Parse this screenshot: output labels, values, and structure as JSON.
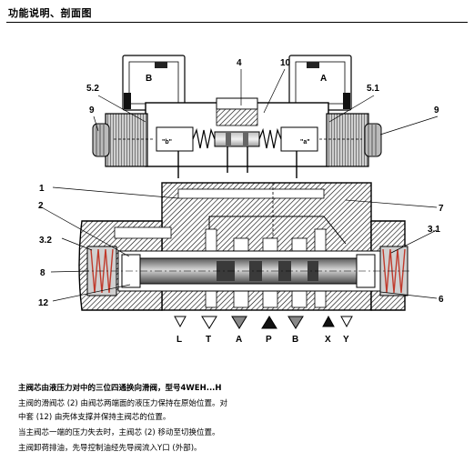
{
  "header": {
    "title": "功能说明、剖面图"
  },
  "diagram": {
    "coil_b": "B",
    "coil_a": "A",
    "marker_b": "\"b\"",
    "marker_a": "\"a\"",
    "callouts": {
      "c4": "4",
      "c10": "10",
      "c5_2": "5.2",
      "c5_1": "5.1",
      "c9_left": "9",
      "c9_right": "9",
      "c1": "1",
      "c2": "2",
      "c3_2": "3.2",
      "c7": "7",
      "c3_1": "3.1",
      "c8": "8",
      "c6": "6",
      "c12": "12"
    },
    "ports": {
      "L": "L",
      "T": "T",
      "A": "A",
      "P": "P",
      "B": "B",
      "X": "X",
      "Y": "Y"
    }
  },
  "text": {
    "caption_title": "主阀芯由液压力对中的三位四通换向滑阀，型号4WEH...H",
    "line1": "主阀的滑阀芯 (2) 由阀芯两端面的液压力保持在原始位置。对",
    "line2": "中套 (12) 由壳体支撑并保持主阀芯的位置。",
    "line3": "当主阀芯一端的压力失去时，主阀芯 (2) 移动至切换位置。",
    "line4": "主阀卸荷排油，先导控制油经先导阀流入Y口 (外部)。"
  }
}
